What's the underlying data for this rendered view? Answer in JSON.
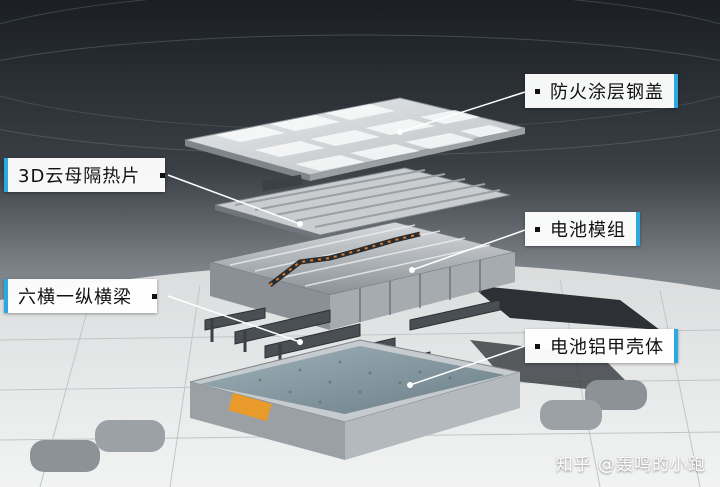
{
  "labels": {
    "steel_cover": "防火涂层钢盖",
    "mica_sheet": "3D云母隔热片",
    "battery_module": "电池模组",
    "cross_beams": "六横一纵横梁",
    "aluminum_housing": "电池铝甲壳体"
  },
  "watermark": "知乎 @轰鸣的小跑",
  "colors": {
    "accent_bar": "#2da9e0",
    "callout_bg": "#ffffff",
    "background": "#1c2024"
  }
}
